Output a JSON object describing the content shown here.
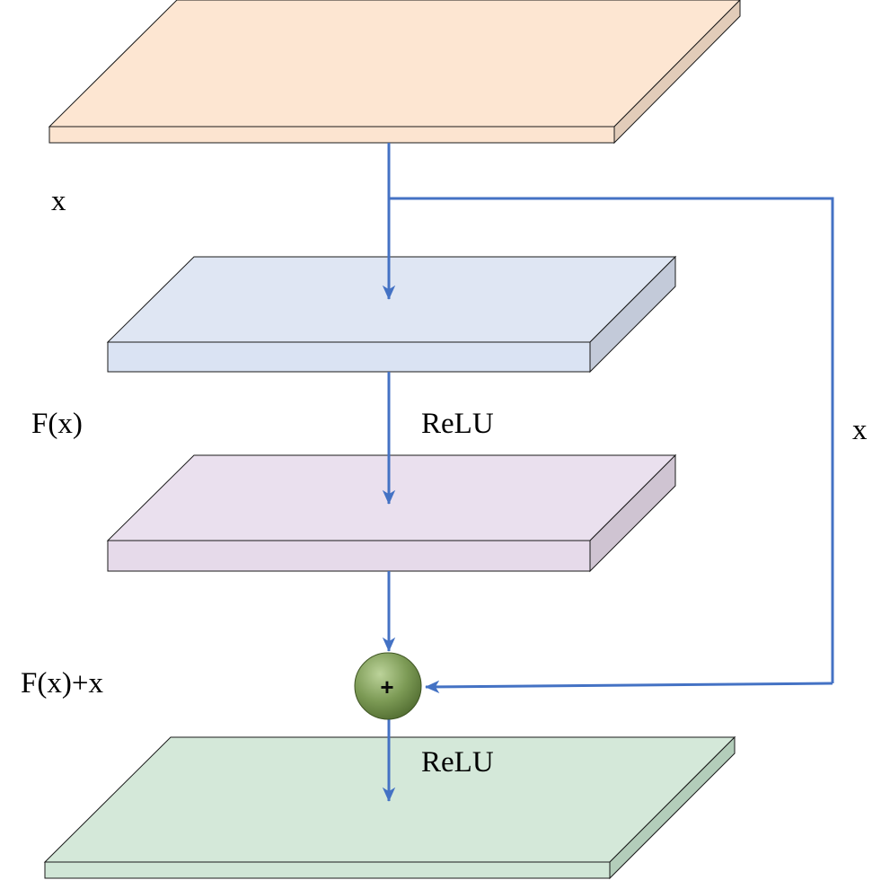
{
  "labels": {
    "input": "x",
    "residual": "F(x)",
    "relu_1": "ReLU",
    "skip": "x",
    "sum": "F(x)+x",
    "relu_2": "ReLU"
  },
  "sum_symbol": "+",
  "colors": {
    "arrow": "#4472C4",
    "layer_input_top": "#FDE6D2",
    "layer_input_front": "#FCE4D0",
    "layer_input_side": "#E2CCB9",
    "layer_hidden1_top": "#DFE6F3",
    "layer_hidden1_front": "#DAE3F3",
    "layer_hidden1_side": "#C3CAD9",
    "layer_hidden2_top": "#EAE0EE",
    "layer_hidden2_front": "#E6DAEA",
    "layer_hidden2_side": "#CFC4D2",
    "layer_output_top": "#D4E8D9",
    "layer_output_front": "#D0E6D6",
    "layer_output_side": "#B3CDBA",
    "sum_node_light": "#BCD39A",
    "sum_node_dark": "#4F6A2F"
  }
}
